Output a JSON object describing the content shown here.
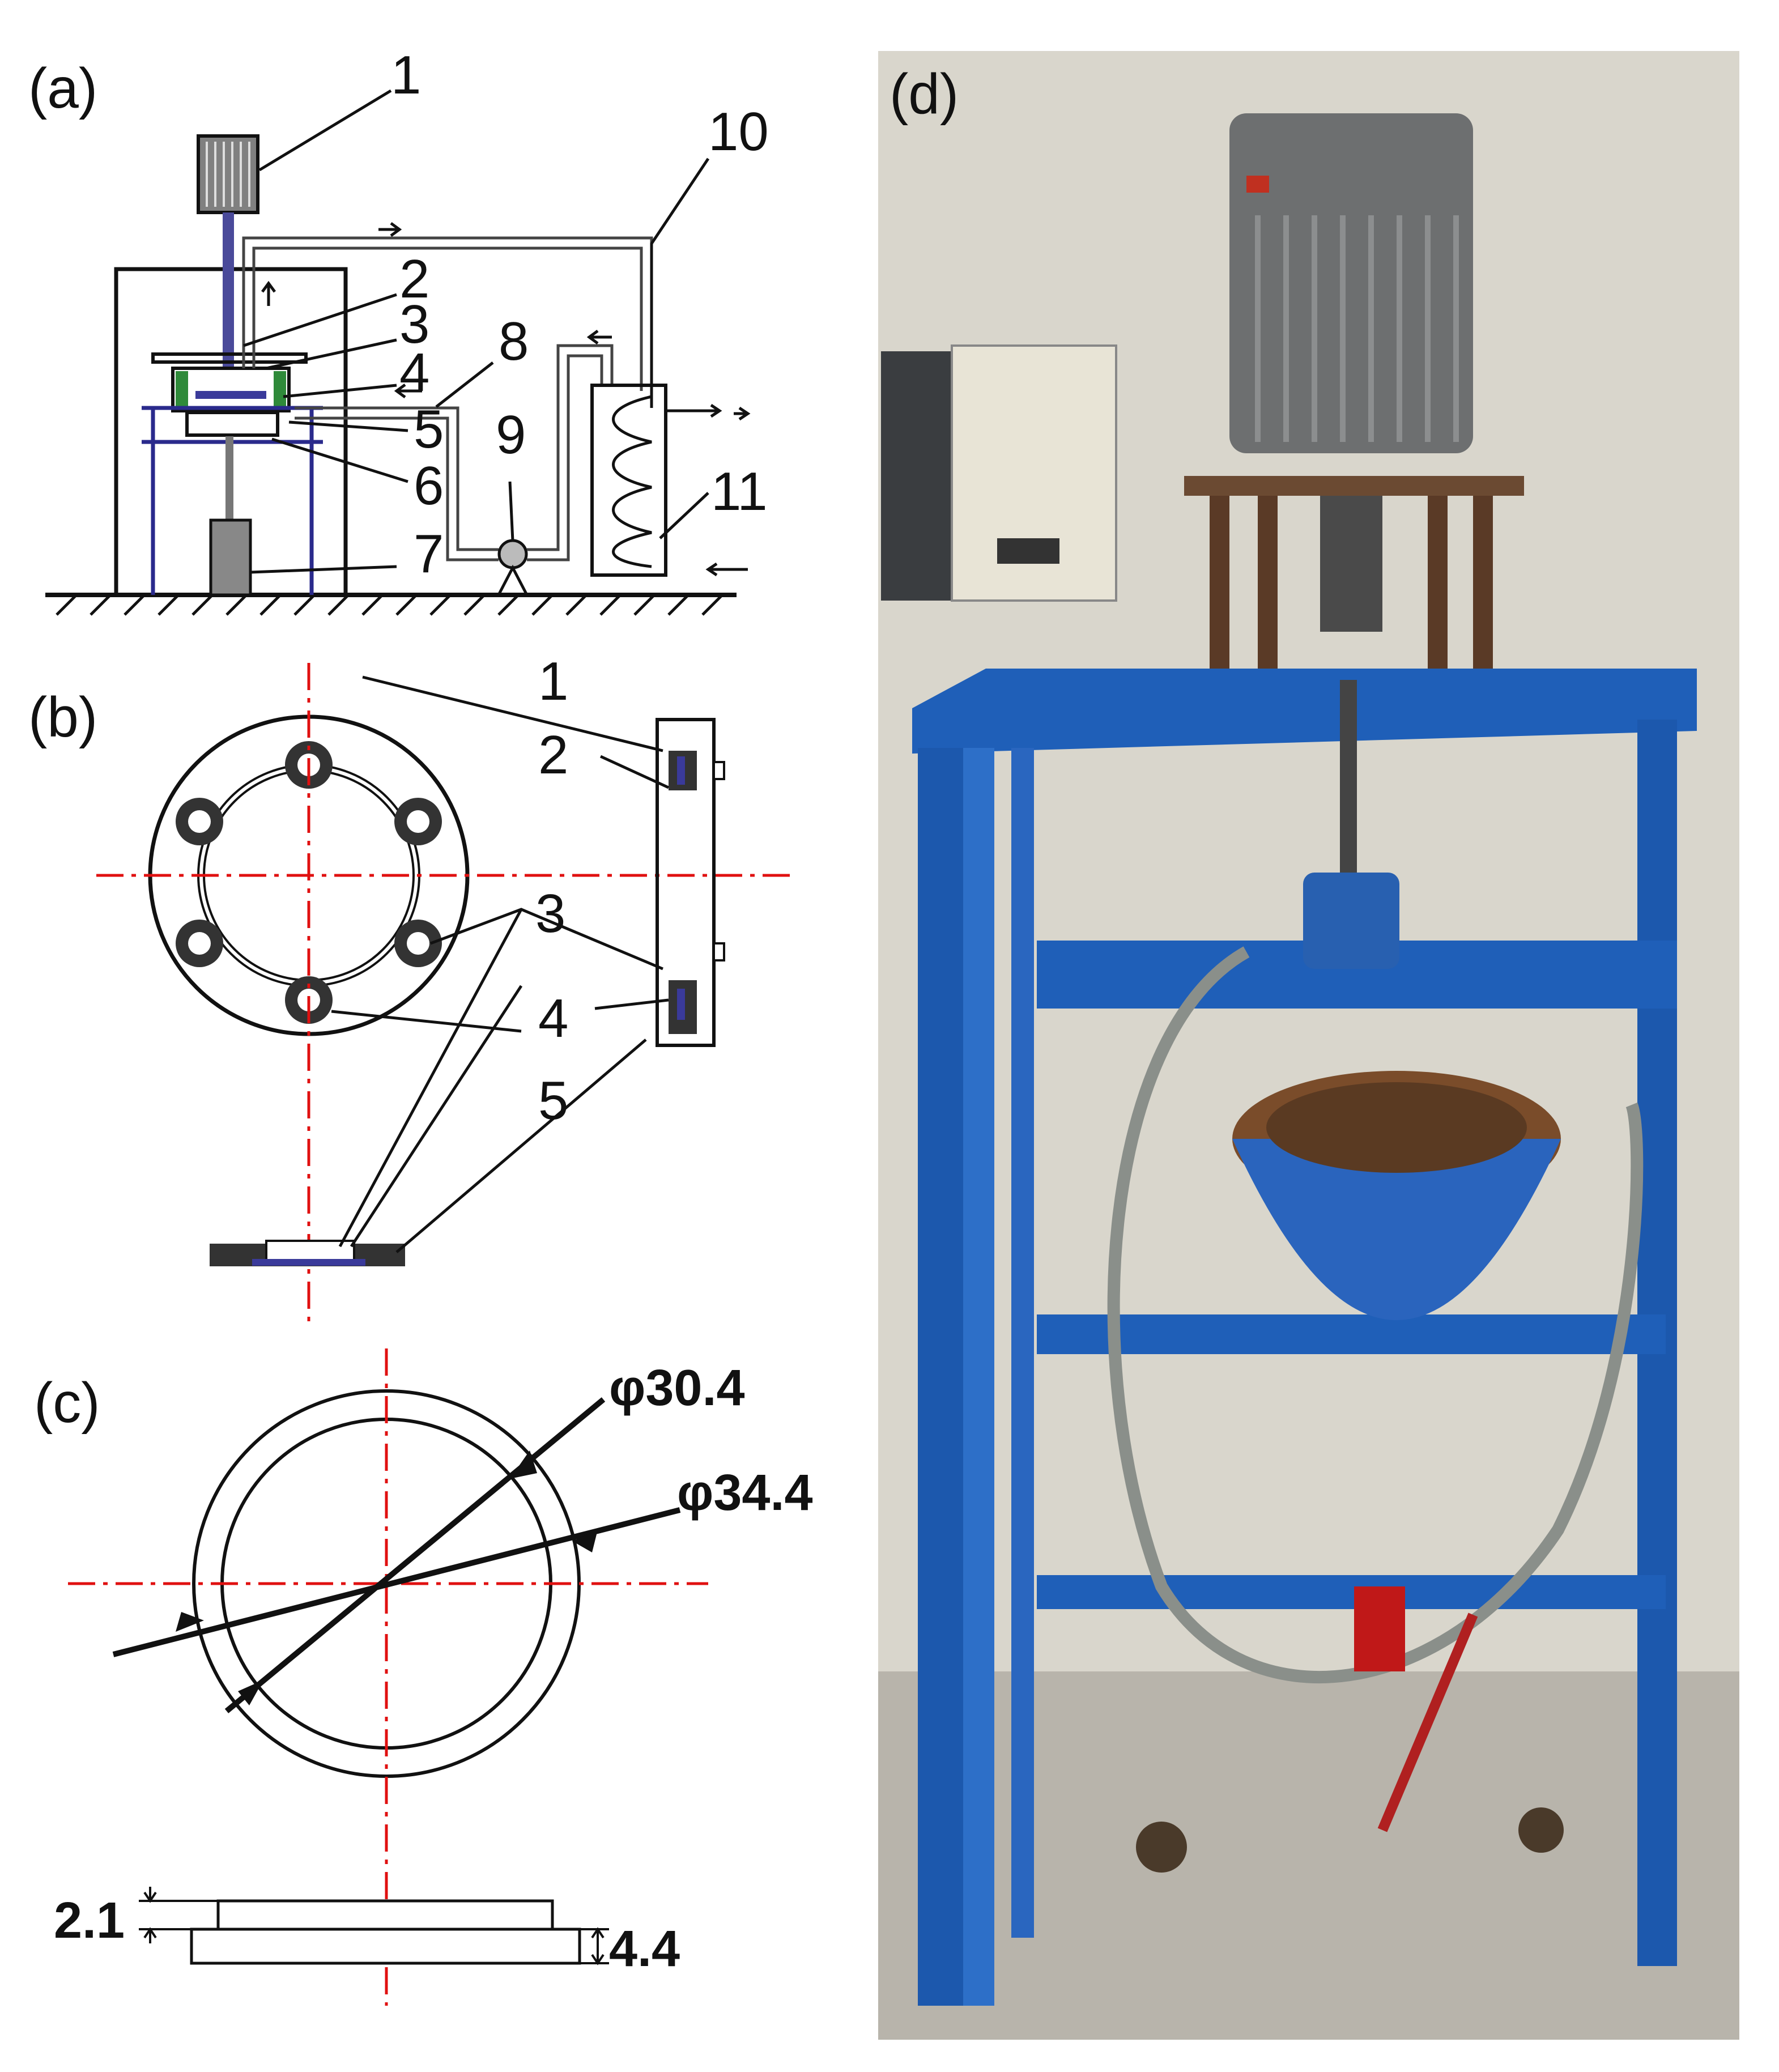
{
  "panels": {
    "a": {
      "panel_label": "(a)",
      "callouts": [
        "1",
        "2",
        "3",
        "4",
        "5",
        "6",
        "7",
        "8",
        "9",
        "10",
        "11"
      ]
    },
    "b": {
      "panel_label": "(b)",
      "callouts": [
        "1",
        "2",
        "3",
        "4",
        "5"
      ]
    },
    "c": {
      "panel_label": "(c)",
      "dimensions": {
        "inner_diameter": "φ30.4",
        "outer_diameter": "φ34.4",
        "step_height": "2.1",
        "total_height": "4.4"
      }
    },
    "d": {
      "panel_label": "(d)"
    }
  },
  "colors": {
    "frame_blue": "#1f5fb8",
    "centerline_red": "#e01010",
    "seal_green": "#2f8a3a",
    "motor_grey": "#6d6f70",
    "wall": "#d9d6cc"
  }
}
